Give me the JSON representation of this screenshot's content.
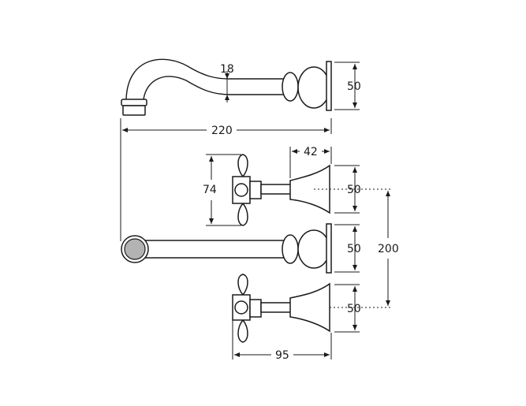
{
  "dimensions": {
    "spout_diameter": "18",
    "spout_flange_height": "50",
    "spout_projection": "220",
    "handle_flange_depth": "42",
    "handle_height": "74",
    "hot_flange_height": "50",
    "outlet_flange_height": "50",
    "cold_flange_height": "50",
    "handle_centres": "200",
    "handle_projection": "95"
  },
  "colors": {
    "line": "#1a1a1a",
    "outlet_fill": "#b3b3b3"
  }
}
